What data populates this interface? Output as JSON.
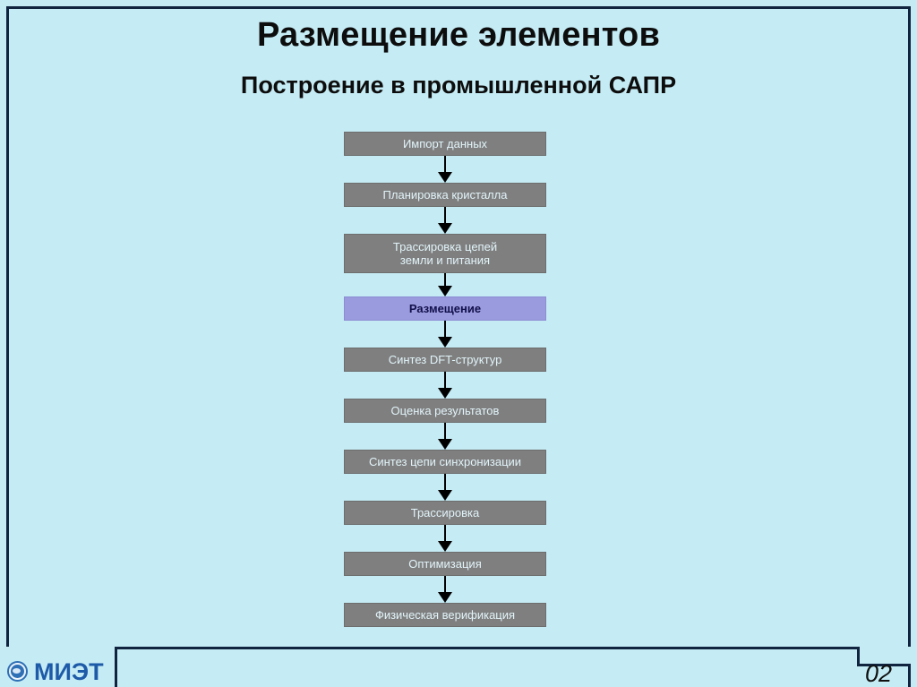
{
  "slide": {
    "title": "Размещение элементов",
    "subtitle": "Построение в промышленной САПР",
    "page_number": "02",
    "background_color": "#c5ecf5",
    "frame_color": "#10243f"
  },
  "logo": {
    "text": "МИЭТ",
    "color": "#1d5aa8",
    "mark_name": "miet-emblem-icon"
  },
  "flow": {
    "node_color": "#7f7f7f",
    "node_text_color": "#e2f4fa",
    "highlight_color": "#9a9ade",
    "highlight_text_color": "#12104a",
    "arrow_color": "#000000",
    "nodes": [
      {
        "label": "Импорт данных",
        "highlight": false,
        "lines": 1
      },
      {
        "label": "Планировка кристалла",
        "highlight": false,
        "lines": 1
      },
      {
        "label": "Трассировка цепей\nземли и питания",
        "highlight": false,
        "lines": 2
      },
      {
        "label": "Размещение",
        "highlight": true,
        "lines": 1
      },
      {
        "label": "Синтез DFT-структур",
        "highlight": false,
        "lines": 1
      },
      {
        "label": "Оценка результатов",
        "highlight": false,
        "lines": 1
      },
      {
        "label": "Синтез цепи синхронизации",
        "highlight": false,
        "lines": 1
      },
      {
        "label": "Трассировка",
        "highlight": false,
        "lines": 1
      },
      {
        "label": "Оптимизация",
        "highlight": false,
        "lines": 1
      },
      {
        "label": "Физическая верификация",
        "highlight": false,
        "lines": 1
      }
    ]
  }
}
